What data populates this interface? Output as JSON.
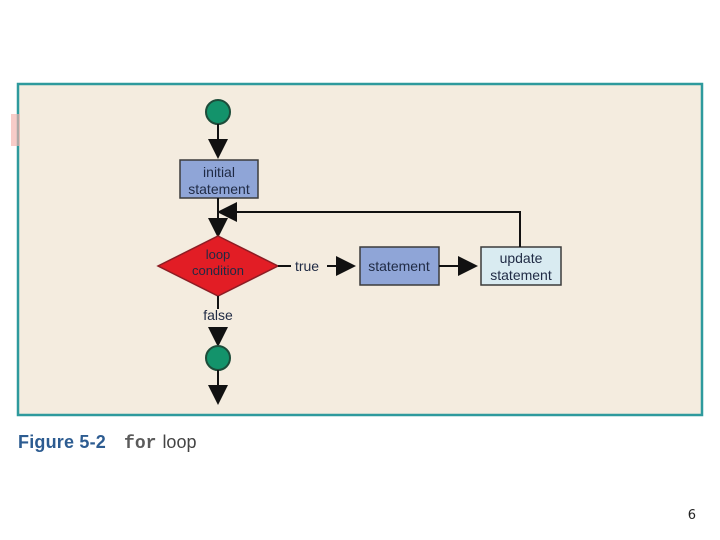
{
  "diagram": {
    "nodes": {
      "initial": {
        "line1": "initial",
        "line2": "statement"
      },
      "condition": {
        "line1": "loop",
        "line2": "condition"
      },
      "statement": {
        "label": "statement"
      },
      "update": {
        "line1": "update",
        "line2": "statement"
      }
    },
    "edges": {
      "true_label": "true",
      "false_label": "false"
    },
    "colors": {
      "panel_bg": "#f4ecdf",
      "panel_border": "#2e9a9d",
      "start_end": "#13936b",
      "initial_box": "#8fa5d7",
      "statement_box": "#8fa5d7",
      "update_box": "#d9ebf1",
      "condition_fill": "#e21d25",
      "arrow": "#111111"
    }
  },
  "caption": {
    "label": "Figure 5-2",
    "keyword": "for",
    "text": "loop"
  },
  "page_number": "6"
}
